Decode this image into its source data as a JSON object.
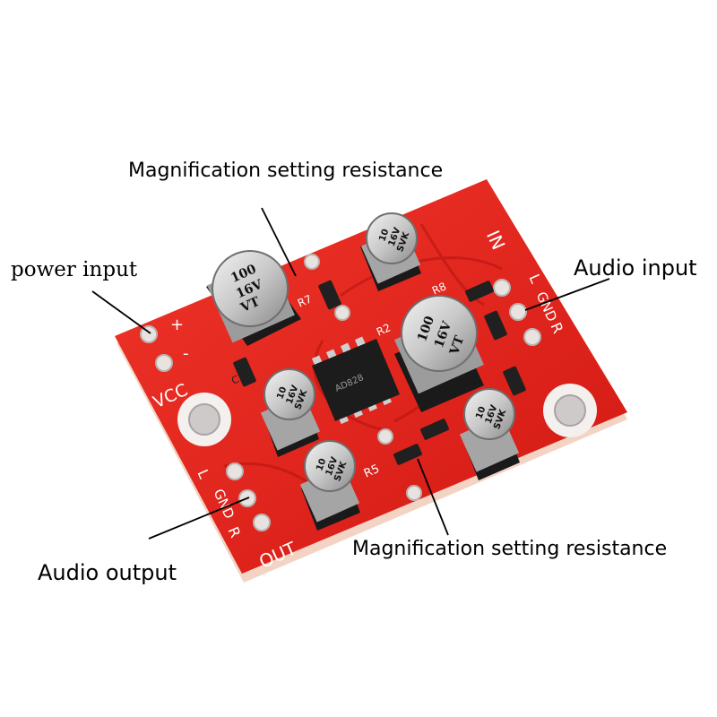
{
  "callouts": {
    "magnification_top": "Magnification setting resistance",
    "power_input": "power input",
    "audio_input": "Audio input",
    "audio_output": "Audio output",
    "magnification_bottom": "Magnification setting resistance"
  },
  "board": {
    "pcb_color": "#e0201c",
    "chip_label": "AD828",
    "cap_large_1": {
      "value": "100",
      "voltage": "16V",
      "code": "VT"
    },
    "cap_large_2": {
      "value": "100",
      "voltage": "16V",
      "code": "VT"
    },
    "cap_small_1": {
      "value": "10",
      "voltage": "16V",
      "code": "SVK"
    },
    "cap_small_2": {
      "value": "10",
      "voltage": "16V",
      "code": "SVK"
    },
    "cap_small_3": {
      "value": "10",
      "voltage": "16V",
      "code": "SVK"
    },
    "cap_small_4": {
      "value": "10",
      "voltage": "16V",
      "code": "SVK"
    },
    "silk_vcc": "VCC",
    "silk_plus": "+",
    "silk_minus": "-",
    "silk_in": "IN",
    "silk_out": "OUT",
    "silk_l": "L",
    "silk_r": "R",
    "silk_gnd": "GND",
    "silk_r2": "R2",
    "silk_r5": "R5",
    "silk_r7": "R7",
    "silk_r8": "R8",
    "silk_c12": "C12"
  }
}
